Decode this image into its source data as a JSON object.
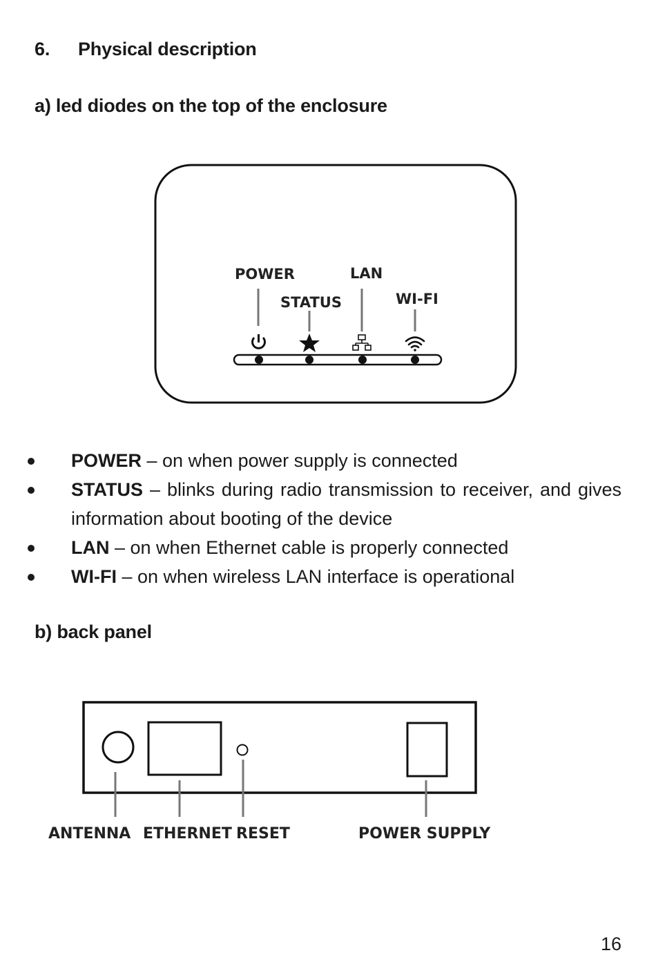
{
  "section": {
    "number": "6.",
    "title": "Physical description"
  },
  "subsection_a": "a) led diodes on the top of the enclosure",
  "top_diagram": {
    "labels": {
      "power": "POWER",
      "status": "STATUS",
      "lan": "LAN",
      "wifi": "WI-FI"
    },
    "icons": [
      "power-icon",
      "star-icon",
      "network-icon",
      "wifi-icon"
    ]
  },
  "bullets": [
    {
      "term": "POWER",
      "text": " – on when power supply is connected"
    },
    {
      "term": "STATUS",
      "text": " – blinks during radio transmission to receiver, and gives information about booting of the device"
    },
    {
      "term": "LAN",
      "text": " – on when Ethernet cable is properly connected"
    },
    {
      "term": "WI-FI",
      "text": " – on when wireless LAN interface is operational"
    }
  ],
  "subsection_b": "b) back panel",
  "back_diagram": {
    "labels": {
      "antenna": "ANTENNA",
      "ethernet": "ETHERNET",
      "reset": "RESET",
      "power_supply": "POWER SUPPLY"
    }
  },
  "page_number": "16"
}
